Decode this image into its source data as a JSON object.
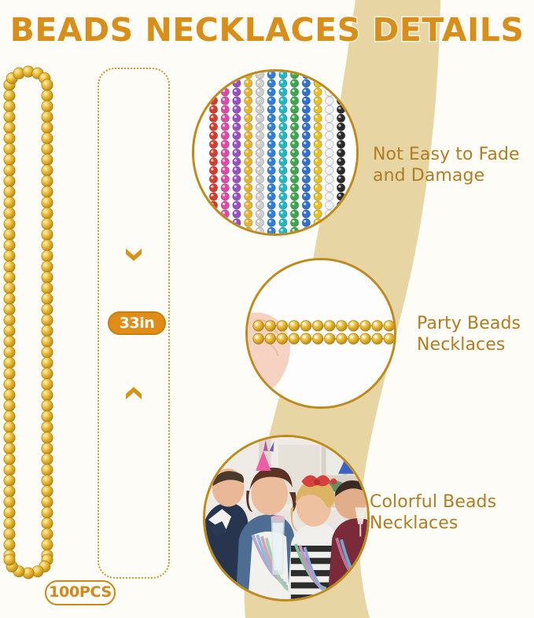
{
  "page": {
    "title": "BEADS NECKLACES DETAILS",
    "background_color": "#fdfcf6",
    "band_color": "#e7d5a4",
    "accent_color": "#d98e1a",
    "caption_color": "#b07d22",
    "circle_border_color": "#c08a1b"
  },
  "measurement": {
    "length_label": "33in",
    "quantity_label": "100PCS",
    "arrow_down_icon": "chevron-down-icon",
    "arrow_up_icon": "chevron-up-icon"
  },
  "product": {
    "necklace_icon": "gold-bead-necklace-loop",
    "bead_color": "#e8b427"
  },
  "features": [
    {
      "id": "fade",
      "caption_line1": "Not Easy to Fade",
      "caption_line2": "and Damage",
      "image_name": "rainbow-bead-strands-photo",
      "strand_colors": [
        "#d93b2b",
        "#e049a8",
        "#9b4fc4",
        "#e8b427",
        "#cfcfcf",
        "#2f7fd6",
        "#21b7c4",
        "#3ca64a",
        "#2f6fd0",
        "#e8c020",
        "#f2f2f2",
        "#2b2b2b"
      ]
    },
    {
      "id": "party",
      "caption_line1": "Party Beads",
      "caption_line2": "Necklaces",
      "image_name": "hands-holding-gold-beads-photo",
      "bead_rows": 2
    },
    {
      "id": "color",
      "caption_line1": "Colorful Beads",
      "caption_line2": "Necklaces",
      "image_name": "four-people-party-wearing-beads-photo",
      "people_count": 4
    }
  ]
}
